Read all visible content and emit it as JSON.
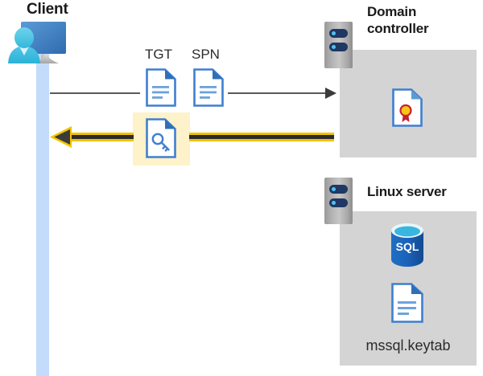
{
  "diagram": {
    "title_client": "Client",
    "title_domain_controller": "Domain\ncontroller",
    "title_domain_controller_line1": "Domain",
    "title_domain_controller_line2": "controller",
    "title_linux_server": "Linux server",
    "label_tgt": "TGT",
    "label_spn": "SPN",
    "label_keytab_file": "mssql.keytab",
    "label_sql_db": "SQL",
    "icons": {
      "client": "user-monitor-icon",
      "server": "server-rack-icon",
      "tgt_document": "document-icon",
      "spn_document": "document-icon",
      "key_document": "document-key-icon",
      "certificate": "certificate-document-icon",
      "sql_database": "sql-database-icon",
      "keytab_document": "document-icon"
    },
    "flows": [
      {
        "name": "client-to-domain-controller",
        "direction": "right",
        "style": "thin-gray",
        "carries": [
          "TGT",
          "SPN"
        ]
      },
      {
        "name": "domain-controller-to-client",
        "direction": "left",
        "style": "thick-gold",
        "carries": [
          "key-document"
        ]
      }
    ],
    "colors": {
      "accent_blue": "#3f7fd0",
      "document_blue": "#4a90d9",
      "document_fold": "#2f6fb8",
      "lifeline_blue": "#c3dcfb",
      "zone_gray": "#d4d4d4",
      "highlight_yellow": "#fdf2c9",
      "arrow_gold": "#f2c200",
      "arrow_dark": "#2b2b2b",
      "server_navy": "#1f3864",
      "server_led_cyan": "#4ec3ef",
      "sql_blue": "#1c62b9",
      "cert_gold": "#f5c518",
      "cert_red": "#c8202c",
      "text_dark": "#1a1a1a"
    }
  }
}
